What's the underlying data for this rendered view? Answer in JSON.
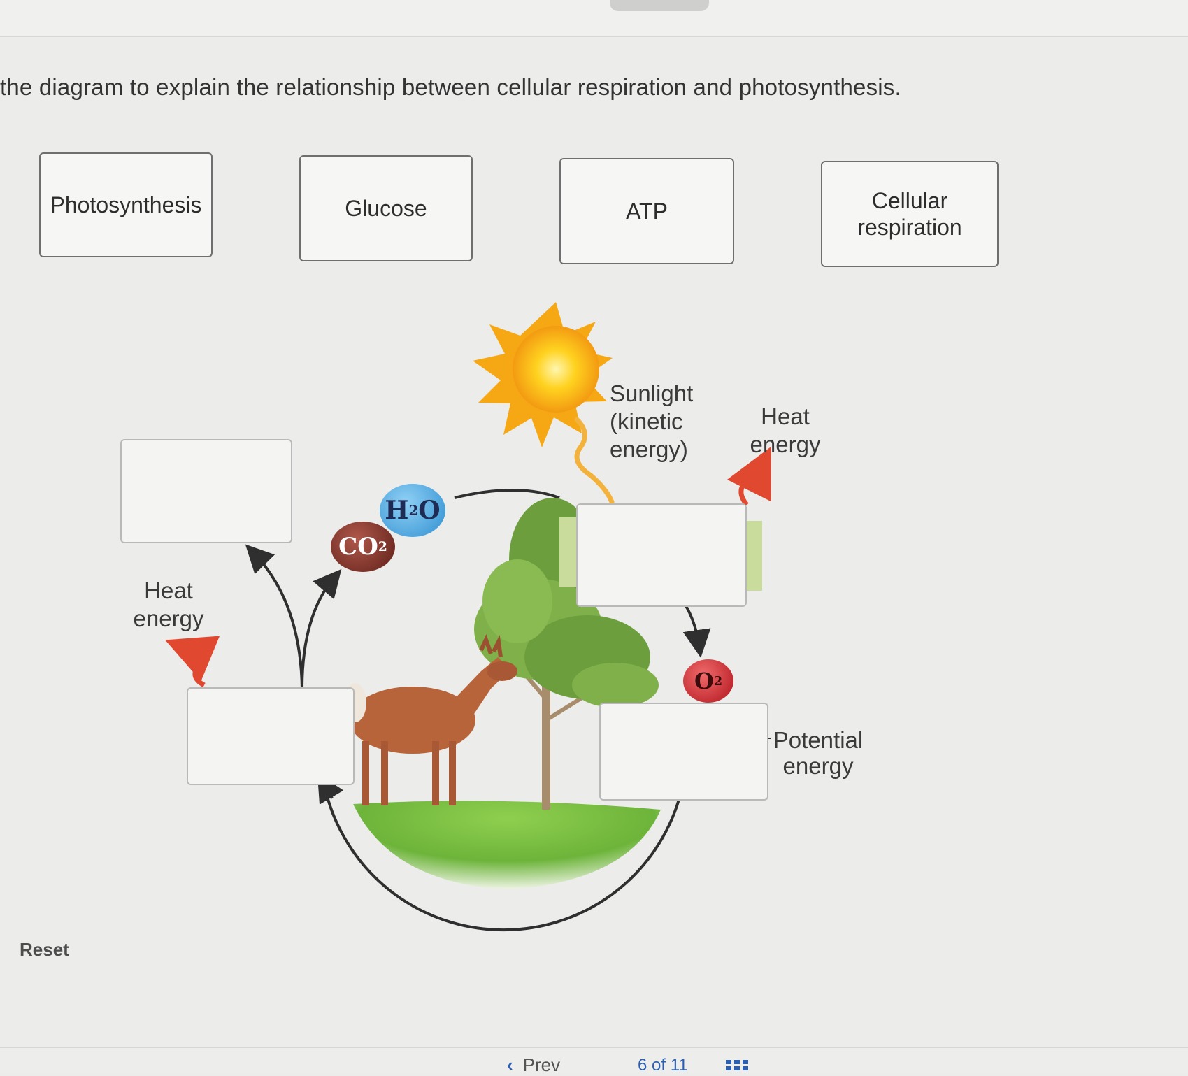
{
  "instruction": "the diagram to explain the relationship between cellular respiration and photosynthesis.",
  "chips": {
    "photosynthesis": "Photosynthesis",
    "glucose": "Glucose",
    "atp": "ATP",
    "cellular_respiration": "Cellular\nrespiration"
  },
  "diagram": {
    "sunlight_label": "Sunlight\n(kinetic\nenergy)",
    "heat_energy_right": "Heat\nenergy",
    "heat_energy_left": "Heat\nenergy",
    "potential_energy": "Potential\nenergy",
    "molecules": {
      "h2o": "H",
      "h2o_sub": "2",
      "h2o_tail": "O",
      "co2": "CO",
      "co2_sub": "2",
      "o2": "O",
      "o2_sub": "2"
    }
  },
  "reset_label": "Reset",
  "navigation": {
    "prev_label": "Prev",
    "page_indicator": "6 of 11"
  },
  "colors": {
    "background": "#ececea",
    "h2o_molecule": "#3fa3dc",
    "co2_molecule": "#7a2e23",
    "o2_molecule": "#c8202a",
    "heat_arrow": "#e0482f",
    "sun": "#f7b418",
    "grass": "#6db43a",
    "nav_accent": "#2b5fb4"
  }
}
